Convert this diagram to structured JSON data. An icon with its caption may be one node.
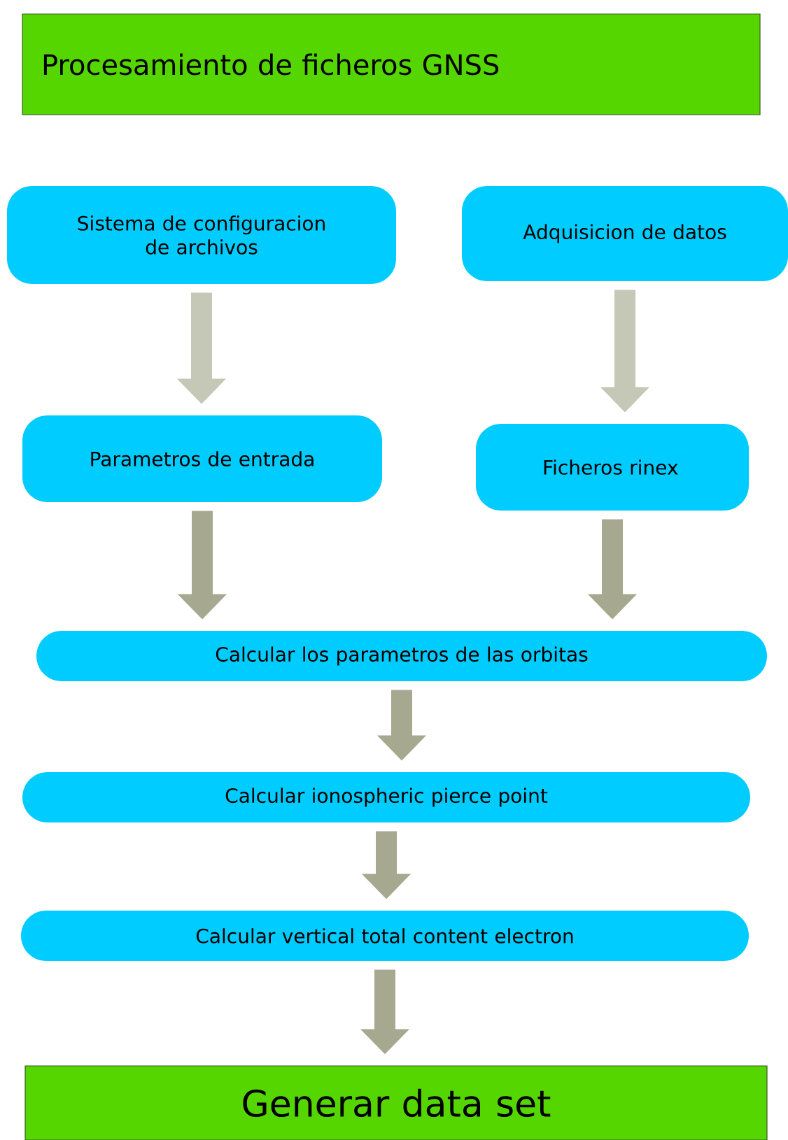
{
  "diagram": {
    "nodes": [
      {
        "text": [
          "Procesamiento de ficheros GNSS"
        ]
      },
      {
        "text": [
          "Sistema de configuracion de archivos"
        ]
      },
      {
        "text": [
          "Adquisicion de datos"
        ]
      },
      {
        "text": [
          "Parametros de entrada"
        ]
      },
      {
        "text": [
          "Ficheros rinex"
        ]
      },
      {
        "text": [
          "Calcular los parametros de las orbitas"
        ]
      },
      {
        "text": [
          "Calcular ionospheric pierce point"
        ]
      },
      {
        "text": [
          "Calcular vertical total content electron"
        ]
      },
      {
        "text": [
          "Generar data set"
        ]
      }
    ],
    "edges": [
      {
        "from": 1,
        "to": 3,
        "arrow": "to",
        "color": "#c5c8b7"
      },
      {
        "from": 2,
        "to": 4,
        "arrow": "to",
        "color": "#c5c8b7"
      },
      {
        "from": 3,
        "to": 5,
        "arrow": "to"
      },
      {
        "from": 4,
        "to": 5,
        "arrow": "to"
      },
      {
        "from": 5,
        "to": 6,
        "arrow": "to"
      },
      {
        "from": 6,
        "to": 7,
        "arrow": "to"
      },
      {
        "from": 7,
        "to": 8,
        "arrow": "to"
      }
    ]
  }
}
